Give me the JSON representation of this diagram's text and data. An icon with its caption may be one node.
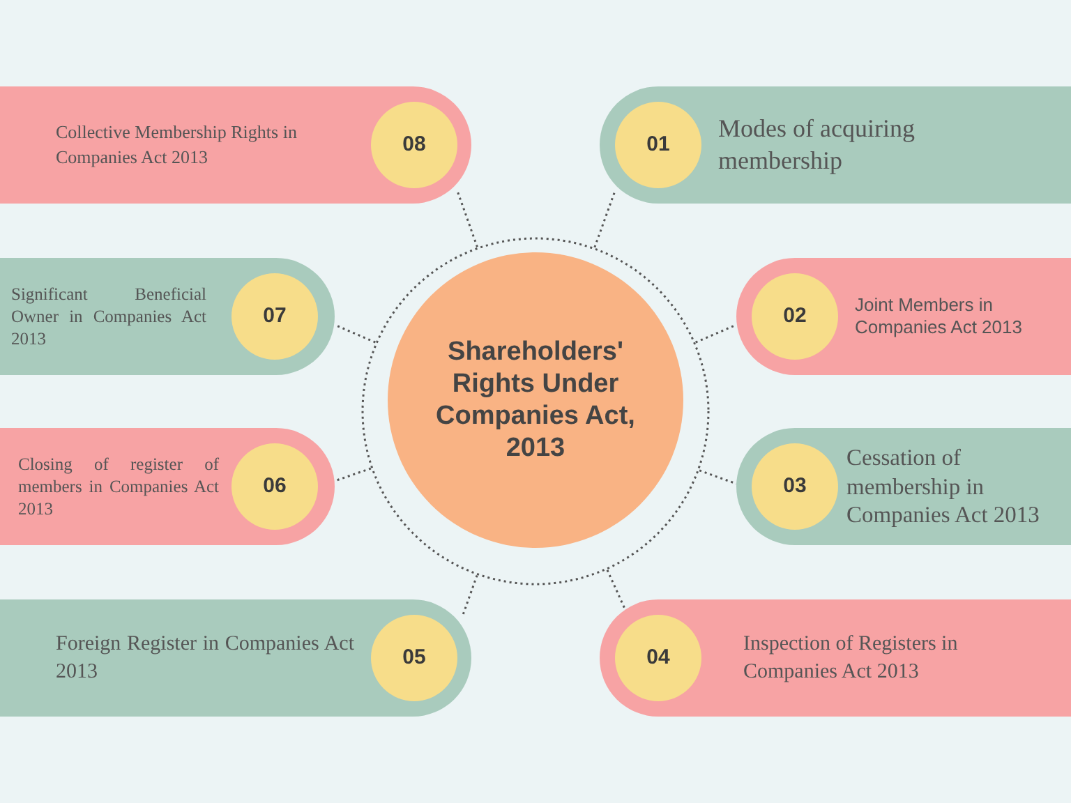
{
  "diagram": {
    "nodes": [
      {
        "text": [],
        "shape": "circle"
      },
      {
        "text": [
          "Shareholders' Rights Under Companies Act, 2013"
        ],
        "in": 0
      },
      {
        "text": [
          "Collective Membership Rights in Companies Act 2013"
        ]
      },
      {
        "text": [
          "08"
        ],
        "in": 2
      },
      {
        "text": [
          "Modes of acquiring membership"
        ]
      },
      {
        "text": [
          "01"
        ],
        "in": 4
      },
      {
        "text": [
          "Significant Beneficial Owner in Companies Act 2013"
        ]
      },
      {
        "text": [
          "07"
        ],
        "in": 6
      },
      {
        "text": [
          "Joint Members in Companies Act 2013"
        ]
      },
      {
        "text": [
          "02"
        ],
        "in": 8
      },
      {
        "text": [
          "Closing of register of members in Companies Act 2013"
        ]
      },
      {
        "text": [
          "06"
        ],
        "in": 10
      },
      {
        "text": [
          "Cessation of membership in Companies Act 2013"
        ]
      },
      {
        "text": [
          "03"
        ],
        "in": 12
      },
      {
        "text": [
          "Foreign Register in Companies Act 2013"
        ]
      },
      {
        "text": [
          "05"
        ],
        "in": 14
      },
      {
        "text": [
          "Inspection of Registers in Companies Act 2013"
        ]
      },
      {
        "text": [
          "04"
        ],
        "in": 16
      }
    ],
    "edges": [
      {
        "from": 0,
        "to": 2,
        "arrow": "none",
        "style": "dashed"
      },
      {
        "from": 0,
        "to": 4,
        "arrow": "none",
        "style": "dashed"
      },
      {
        "from": 0,
        "to": 6,
        "arrow": "none",
        "style": "dashed"
      },
      {
        "from": 0,
        "to": 8,
        "arrow": "none",
        "style": "dashed"
      },
      {
        "from": 0,
        "to": 10,
        "arrow": "none",
        "style": "dashed"
      },
      {
        "from": 0,
        "to": 12,
        "arrow": "none",
        "style": "dashed"
      },
      {
        "from": 0,
        "to": 14,
        "arrow": "none",
        "style": "dashed"
      },
      {
        "from": 0,
        "to": 16,
        "arrow": "none",
        "style": "dashed"
      }
    ]
  }
}
